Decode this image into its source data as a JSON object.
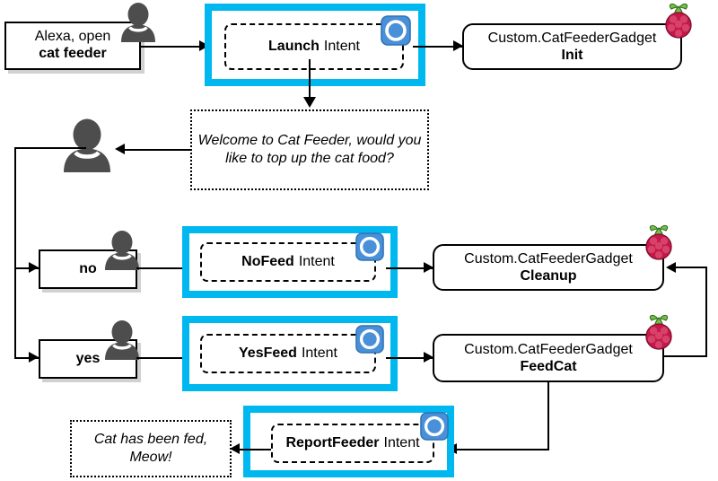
{
  "diagram": {
    "title": "Alexa Cat Feeder skill flow",
    "accent_cyan": "#00B8F0",
    "person_color": "#4D4D4D",
    "pi_color": "#C7174A",
    "pi_leaf_color": "#75C044",
    "alexa_blue": "#4A90D9"
  },
  "nodes": {
    "utterance_open": {
      "line1": "Alexa, open",
      "line2": "cat feeder"
    },
    "launch_intent": {
      "name": "Launch",
      "suffix": "Intent"
    },
    "gadget_init": {
      "line1": "Custom.CatFeederGadget",
      "line2": "Init"
    },
    "prompt_welcome": {
      "text": "Welcome to Cat Feeder, would you like to top up the cat food?"
    },
    "utterance_no": {
      "line1": "no"
    },
    "nofeed_intent": {
      "name": "NoFeed",
      "suffix": "Intent"
    },
    "gadget_cleanup": {
      "line1": "Custom.CatFeederGadget",
      "line2": "Cleanup"
    },
    "utterance_yes": {
      "line1": "yes"
    },
    "yesfeed_intent": {
      "name": "YesFeed",
      "suffix": "Intent"
    },
    "gadget_feedcat": {
      "line1": "Custom.CatFeederGadget",
      "line2": "FeedCat"
    },
    "reportfeeder_intent": {
      "name": "ReportFeeder",
      "suffix": "Intent"
    },
    "prompt_fed": {
      "text": "Cat has been fed, Meow!"
    }
  },
  "icons": {
    "user_top": "user-icon",
    "user_reply": "user-icon",
    "user_no": "user-icon",
    "user_yes": "user-icon",
    "alexa_launch": "alexa-icon",
    "alexa_nofeed": "alexa-icon",
    "alexa_yesfeed": "alexa-icon",
    "alexa_report": "alexa-icon",
    "pi_init": "raspberry-pi-icon",
    "pi_cleanup": "raspberry-pi-icon",
    "pi_feedcat": "raspberry-pi-icon"
  }
}
